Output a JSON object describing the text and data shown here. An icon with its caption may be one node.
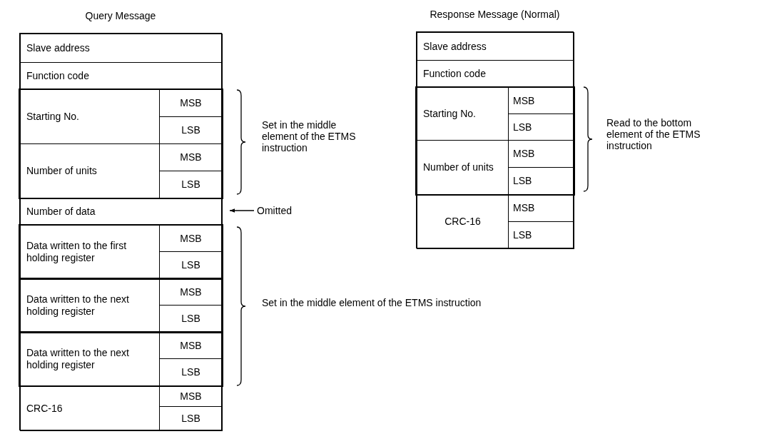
{
  "diagram": {
    "nodes": [
      {
        "text": [
          "Query Message"
        ]
      },
      {
        "text": [
          "Slave address"
        ],
        "in": 0
      },
      {
        "text": [
          "Function code"
        ],
        "in": 0
      },
      {
        "text": [
          "Starting No."
        ],
        "in": 0
      },
      {
        "text": [
          "MSB"
        ],
        "in": 0
      },
      {
        "text": [
          "LSB"
        ],
        "in": 0
      },
      {
        "text": [
          "Number of units"
        ],
        "in": 0
      },
      {
        "text": [
          "MSB"
        ],
        "in": 0
      },
      {
        "text": [
          "LSB"
        ],
        "in": 0
      },
      {
        "text": [
          "Number of data"
        ],
        "in": 0
      },
      {
        "text": [
          "Data written to the first holding register"
        ],
        "in": 0
      },
      {
        "text": [
          "MSB"
        ],
        "in": 0
      },
      {
        "text": [
          "LSB"
        ],
        "in": 0
      },
      {
        "text": [
          "Data written to the next holding register"
        ],
        "in": 0
      },
      {
        "text": [
          "MSB"
        ],
        "in": 0
      },
      {
        "text": [
          "LSB"
        ],
        "in": 0
      },
      {
        "text": [
          "Data written to the next holding register"
        ],
        "in": 0
      },
      {
        "text": [
          "MSB"
        ],
        "in": 0
      },
      {
        "text": [
          "LSB"
        ],
        "in": 0
      },
      {
        "text": [
          "CRC-16"
        ],
        "in": 0
      },
      {
        "text": [
          "MSB"
        ],
        "in": 0
      },
      {
        "text": [
          "LSB"
        ],
        "in": 0
      },
      {
        "text": [
          "Omitted"
        ]
      },
      {
        "text": [
          "Response Message (Normal)"
        ]
      },
      {
        "text": [
          "Slave address"
        ],
        "in": 23
      },
      {
        "text": [
          "Function code"
        ],
        "in": 23
      },
      {
        "text": [
          "Starting No."
        ],
        "in": 23
      },
      {
        "text": [
          "MSB"
        ],
        "in": 23
      },
      {
        "text": [
          "LSB"
        ],
        "in": 23
      },
      {
        "text": [
          "Number of units"
        ],
        "in": 23
      },
      {
        "text": [
          "MSB"
        ],
        "in": 23
      },
      {
        "text": [
          "LSB"
        ],
        "in": 23
      },
      {
        "text": [
          "CRC-16"
        ],
        "in": 23
      },
      {
        "text": [
          "MSB"
        ],
        "in": 23
      },
      {
        "text": [
          "LSB"
        ],
        "in": 23
      }
    ],
    "edges": [
      {
        "from": 22,
        "to": 9,
        "arrow": "to"
      }
    ],
    "labels": [
      "Set in the middle element of the ETMS instruction",
      "Set in the middle element of the ETMS instruction",
      "Read to the bottom element of the ETMS instruction"
    ]
  }
}
